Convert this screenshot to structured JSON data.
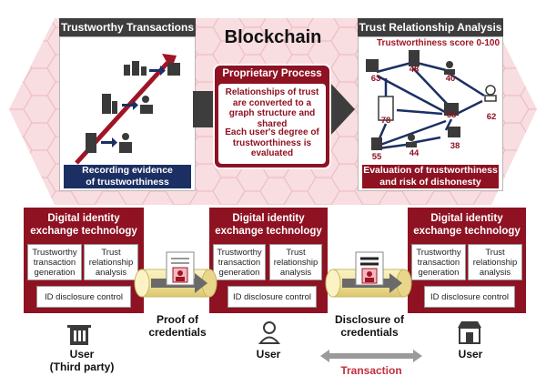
{
  "title": "Blockchain",
  "left_panel": {
    "header": "Trustworthy Transactions",
    "footer": "Recording evidence\nof trustworthiness"
  },
  "center_panel": {
    "header": "Proprietary Process",
    "text1": "Relationships of trust are converted to a graph structure and shared",
    "text2": "Each user's degree of trustworthiness is evaluated"
  },
  "right_panel": {
    "header": "Trust Relationship Analysis",
    "score_label": "Trustworthiness score 0-100",
    "scores": [
      "63",
      "48",
      "40",
      "78",
      "63",
      "62",
      "55",
      "44",
      "38"
    ],
    "footer": "Evaluation of trustworthiness\nand risk of dishonesty"
  },
  "id_boxes": [
    {
      "title": "Digital identity\nexchange technology",
      "box1": "Trustworthy\ntransaction\ngeneration",
      "box2": "Trust\nrelationship\nanalysis",
      "box3": "ID disclosure control"
    },
    {
      "title": "Digital identity\nexchange technology",
      "box1": "Trustworthy\ntransaction\ngeneration",
      "box2": "Trust\nrelationship\nanalysis",
      "box3": "ID disclosure control"
    },
    {
      "title": "Digital identity\nexchange technology",
      "box1": "Trustworthy\ntransaction\ngeneration",
      "box2": "Trust\nrelationship\nanalysis",
      "box3": "ID disclosure control"
    }
  ],
  "flows": {
    "proof": "Proof of\ncredentials",
    "disclosure": "Disclosure of\ncredentials"
  },
  "users": {
    "third_party": "User\n(Third party)",
    "middle": "User",
    "right": "User"
  },
  "transaction_label": "Transaction",
  "colors": {
    "maroon": "#8e1222",
    "navy": "#1b2f63",
    "dark": "#3d3d3d",
    "hex": "#f4c9cf"
  }
}
